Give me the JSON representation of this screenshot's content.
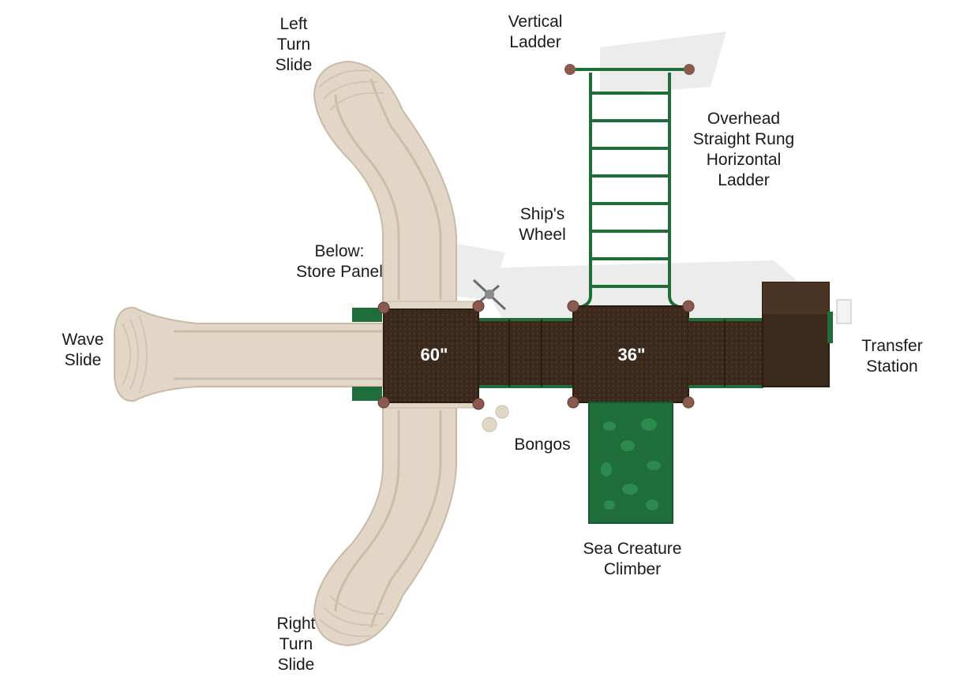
{
  "labels": {
    "left_turn_slide": [
      "Left",
      "Turn",
      "Slide"
    ],
    "vertical_ladder": [
      "Vertical",
      "Ladder"
    ],
    "overhead_ladder": [
      "Overhead",
      "Straight Rung",
      "Horizontal",
      "Ladder"
    ],
    "ships_wheel": [
      "Ship's",
      "Wheel"
    ],
    "store_panel": [
      "Below:",
      "Store Panel"
    ],
    "wave_slide": [
      "Wave",
      "Slide"
    ],
    "transfer_station": [
      "Transfer",
      "Station"
    ],
    "bongos": [
      "Bongos"
    ],
    "sea_creature_climber": [
      "Sea Creature",
      "Climber"
    ],
    "right_turn_slide": [
      "Right",
      "Turn",
      "Slide"
    ]
  },
  "decks": {
    "deck_60": "60\"",
    "deck_36": "36\""
  },
  "colors": {
    "slide": "#e2d6c6",
    "slide_shade": "#c9baa6",
    "deck": "#3b2a1c",
    "green": "#1f6e3a",
    "post": "#8a5a4e",
    "shadow": "#ececec"
  }
}
